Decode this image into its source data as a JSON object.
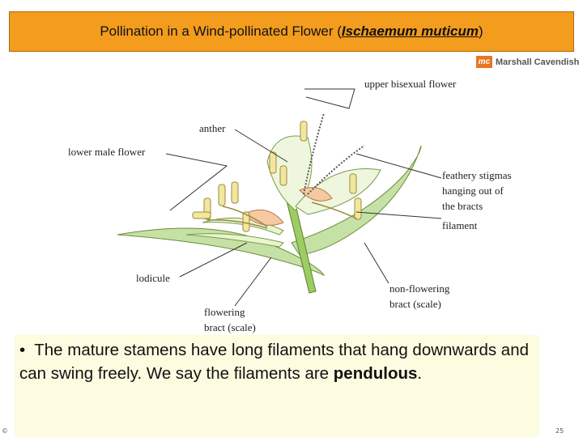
{
  "title": {
    "prefix": "Pollination in a Wind-pollinated Flower (",
    "species": "Ischaemum muticum",
    "suffix": ")"
  },
  "logo": {
    "mark": "mc",
    "name": "Marshall Cavendish"
  },
  "labels": {
    "upper_bisexual_flower": "upper bisexual flower",
    "anther": "anther",
    "lower_male_flower": "lower male flower",
    "feathery_stigmas_1": "feathery stigmas",
    "feathery_stigmas_2": "hanging out of",
    "feathery_stigmas_3": "the bracts",
    "filament": "filament",
    "lodicule": "lodicule",
    "non_flowering_bract_1": "non-flowering",
    "non_flowering_bract_2": "bract (scale)",
    "flowering_bract_1": "flowering",
    "flowering_bract_2": "bract (scale)"
  },
  "note": {
    "bullet": "•",
    "text": "The mature stamens have long filaments that hang downwards and can swing freely. We say the filaments are",
    "bold": "pendulous",
    "end": "."
  },
  "footer": {
    "left": "©",
    "page": "25"
  },
  "colors": {
    "title_bg": "#f39c1d",
    "note_bg": "#fdfbe0",
    "stem": "#9ccc65",
    "anther": "#f3e7a0",
    "lodicule": "#f6c9a0"
  }
}
